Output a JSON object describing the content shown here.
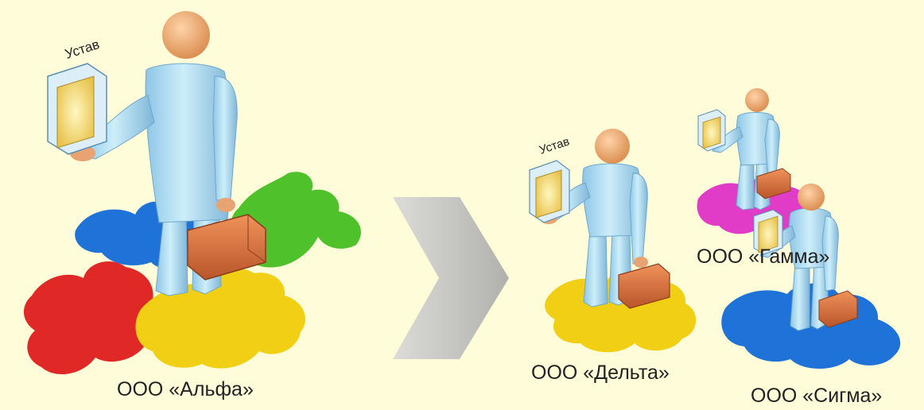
{
  "entities": {
    "alfa": {
      "label": "ООО «Альфа»",
      "document": "Устав"
    },
    "delta": {
      "label": "ООО «Дельта»",
      "document": "Устав"
    },
    "gamma": {
      "label": "ООО «Гамма»"
    },
    "sigma": {
      "label": "ООО «Сигма»"
    }
  },
  "colors": {
    "background": "#fefcd9",
    "puzzle_blue": "#1f72d8",
    "puzzle_green": "#4fc12a",
    "puzzle_red": "#e02826",
    "puzzle_yellow": "#f0cf14",
    "puzzle_magenta": "#e03cc8",
    "arrow": "#bdbdbd",
    "figure": "#a9d8ee",
    "head": "#f2b27a",
    "briefcase": "#d9703a"
  },
  "icons": [
    "person-figure-icon",
    "charter-document-icon",
    "briefcase-icon",
    "puzzle-piece-icon",
    "arrow-right-icon"
  ]
}
